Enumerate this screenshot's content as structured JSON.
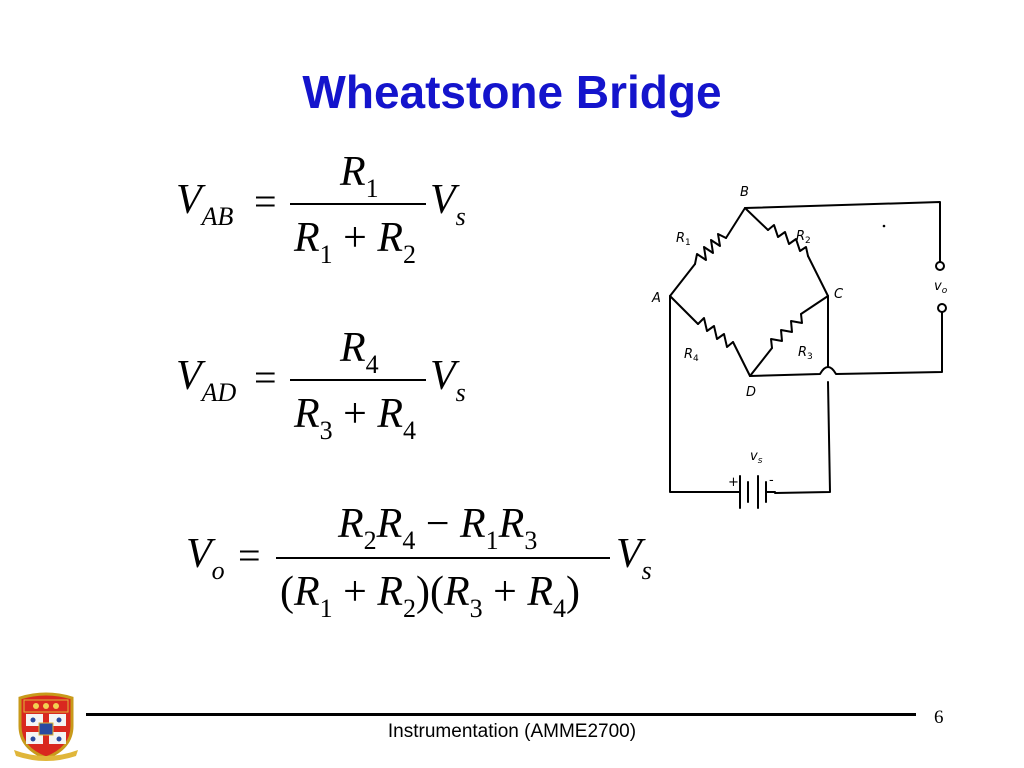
{
  "slide": {
    "title": "Wheatstone Bridge",
    "footer": "Instrumentation (AMME2700)",
    "page_number": "6"
  },
  "eq1": {
    "lhs_var": "V",
    "lhs_sub": "AB",
    "eq": "=",
    "num_var": "R",
    "num_sub": "1",
    "den_var1": "R",
    "den_sub1": "1",
    "den_op": "+",
    "den_var2": "R",
    "den_sub2": "2",
    "rhs_var": "V",
    "rhs_sub": "s"
  },
  "eq2": {
    "lhs_var": "V",
    "lhs_sub": "AD",
    "eq": "=",
    "num_var": "R",
    "num_sub": "4",
    "den_var1": "R",
    "den_sub1": "3",
    "den_op": "+",
    "den_var2": "R",
    "den_sub2": "4",
    "rhs_var": "V",
    "rhs_sub": "s"
  },
  "eq3": {
    "lhs_var": "V",
    "lhs_sub": "o",
    "eq": "=",
    "numerator": {
      "a": "R",
      "a_sub": "2",
      "b": "R",
      "b_sub": "4",
      "op": "−",
      "c": "R",
      "c_sub": "1",
      "d": "R",
      "d_sub": "3"
    },
    "denominator": {
      "open1": "(",
      "a": "R",
      "a_sub": "1",
      "op1": "+",
      "b": "R",
      "b_sub": "2",
      "close1": ")",
      "open2": "(",
      "c": "R",
      "c_sub": "3",
      "op2": "+",
      "d": "R",
      "d_sub": "4",
      "close2": ")"
    },
    "rhs_var": "V",
    "rhs_sub": "s"
  },
  "diagram": {
    "node_labels": {
      "A": "A",
      "B": "B",
      "C": "C",
      "D": "D"
    },
    "resistor_labels": {
      "r1": "R",
      "r1_sub": "1",
      "r2": "R",
      "r2_sub": "2",
      "r3": "R",
      "r3_sub": "3",
      "r4": "R",
      "r4_sub": "4"
    },
    "output_label": "v",
    "output_sub": "o",
    "source_label": "v",
    "source_sub": "s",
    "plus": "+",
    "minus": "-"
  }
}
